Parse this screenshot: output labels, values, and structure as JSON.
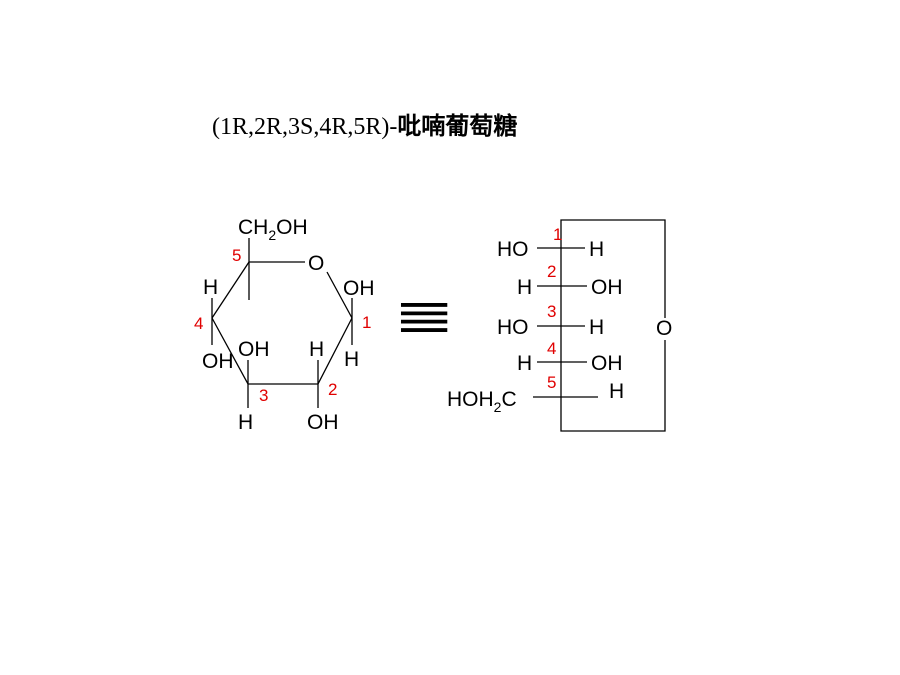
{
  "title": {
    "stereo": "(1R,2R,3S,4R,5R)-",
    "name": "吡喃葡萄糖"
  },
  "colors": {
    "text": "#000000",
    "locant": "#e00000",
    "background": "#ffffff"
  },
  "haworth": {
    "c6_group": "CH",
    "c6_sub": "2",
    "c6_tail": "OH",
    "ring_oxygen": "O",
    "c1_up": "OH",
    "c1_down": "H",
    "c2_up": "H",
    "c2_down": "OH",
    "c3_up": "OH",
    "c3_down": "H",
    "c4_up": "H",
    "c4_down": "OH",
    "locants": [
      "1",
      "2",
      "3",
      "4",
      "5"
    ]
  },
  "equivalence_symbol": "≣",
  "fischer": {
    "rows": [
      {
        "locant": "1",
        "left": "HO",
        "right": "H"
      },
      {
        "locant": "2",
        "left": "H",
        "right": "OH"
      },
      {
        "locant": "3",
        "left": "HO",
        "right": "H"
      },
      {
        "locant": "4",
        "left": "H",
        "right": "OH"
      },
      {
        "locant": "5",
        "left_main": "HOH",
        "left_sub": "2",
        "left_tail": "C",
        "right": "H"
      }
    ],
    "ring_oxygen": "O"
  }
}
